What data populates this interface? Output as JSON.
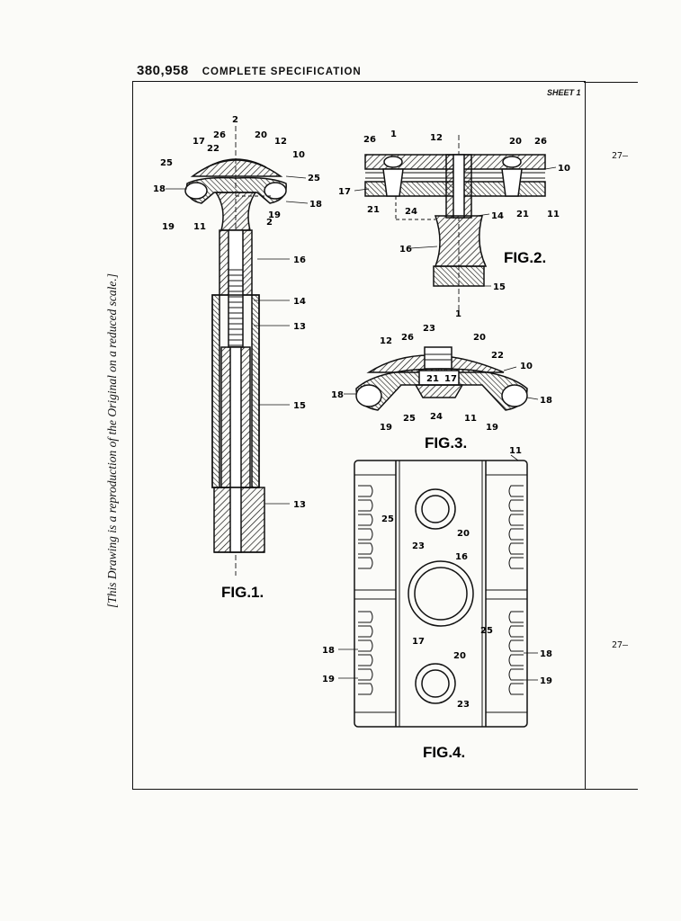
{
  "header": {
    "number": "380,958",
    "title": "COMPLETE  SPECIFICATION"
  },
  "sheet_label": "SHEET 1",
  "margin_note": "[This Drawing is a reproduction of the Original on a reduced scale.]",
  "edge_marks": [
    "27–",
    "27–"
  ],
  "figures": {
    "fig1": {
      "caption": "FIG.1.",
      "section_marks": [
        "2",
        "2"
      ],
      "labels": [
        "17",
        "26",
        "20",
        "12",
        "22",
        "10",
        "25",
        "25",
        "18",
        "18",
        "19",
        "11",
        "19",
        "16",
        "14",
        "13",
        "15",
        "13"
      ]
    },
    "fig2": {
      "caption": "FIG.2.",
      "section_marks": [
        "1",
        "1"
      ],
      "labels": [
        "26",
        "12",
        "20",
        "26",
        "10",
        "17",
        "21",
        "24",
        "14",
        "21",
        "11",
        "16",
        "15"
      ]
    },
    "fig3": {
      "caption": "FIG.3.",
      "labels": [
        "12",
        "26",
        "23",
        "20",
        "22",
        "10",
        "21",
        "17",
        "18",
        "18",
        "19",
        "25",
        "24",
        "11",
        "19"
      ]
    },
    "fig4": {
      "caption": "FIG.4.",
      "labels": [
        "11",
        "25",
        "20",
        "23",
        "16",
        "25",
        "17",
        "20",
        "18",
        "18",
        "19",
        "19",
        "23"
      ]
    }
  }
}
